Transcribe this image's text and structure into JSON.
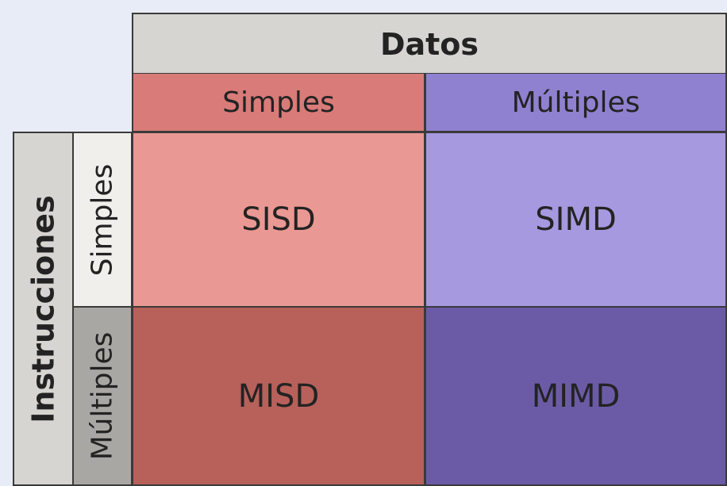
{
  "header": {
    "datos": "Datos"
  },
  "columns": {
    "simples": "Simples",
    "multiples": "Múltiples"
  },
  "rows": {
    "title": "Instrucciones",
    "simples": "Simples",
    "multiples": "Múltiples"
  },
  "cells": {
    "sisd": "SISD",
    "simd": "SIMD",
    "misd": "MISD",
    "mimd": "MIMD"
  },
  "colors": {
    "header_gray": "#d6d5d2",
    "simples_header": "#d97b78",
    "multiples_header": "#8f81d0",
    "sisd": "#ea9893",
    "simd": "#a699df",
    "misd": "#b8605a",
    "mimd": "#6b5ba7"
  }
}
